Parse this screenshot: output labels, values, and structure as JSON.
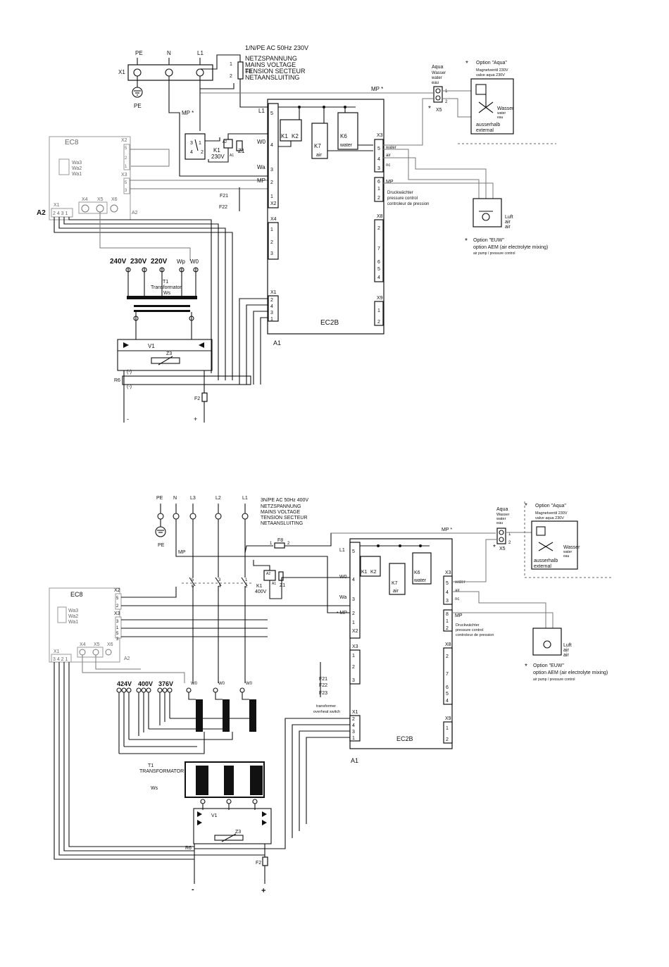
{
  "diagram1": {
    "supply": "1/N/PE AC 50Hz 230V",
    "supply_lines": [
      "NETZSPANNUNG",
      "MAINS VOLTAGE",
      "TENSION SECTEUR",
      "NETAANSLUITING"
    ],
    "terminals": {
      "pe": "PE",
      "n": "N",
      "l1": "L1",
      "x1": "X1",
      "pe_ground": "PE"
    },
    "fuse_f8": "F8",
    "fuse_pins": [
      "1",
      "2"
    ],
    "mp_star": "MP *",
    "ec8": {
      "title": "EC8",
      "wa": [
        "Wa3",
        "Wa2",
        "Wa1"
      ],
      "x2": "X2",
      "x3": "X3",
      "x1": "X1",
      "x4": "X4",
      "x5": "X5",
      "x6": "X6",
      "a2": "A2",
      "x1pins": "2 4 3 1",
      "x2pins": [
        "5",
        "2",
        "1"
      ],
      "x3pins": [
        "5",
        "3"
      ]
    },
    "a2_label": "A2",
    "relay": {
      "k1": "K1",
      "k1v": "230V",
      "z1": "Z1",
      "a2": "A2",
      "a1": "A1",
      "pins": [
        "3",
        "1",
        "4",
        "2"
      ]
    },
    "ec2b": {
      "title": "EC2B",
      "a1": "A1",
      "l1": "L1",
      "w0": "W0",
      "wa": "Wa",
      "mp": "MP",
      "left_pins": [
        "5",
        "4",
        "3",
        "2",
        "1"
      ],
      "x2": "X2",
      "x4": "X4",
      "x4pins": [
        "1",
        "2",
        "3"
      ],
      "x1": "X1",
      "x1pins": [
        "2",
        "4",
        "3",
        "1"
      ],
      "x3": "X3",
      "x3pins": [
        "5",
        "4",
        "3"
      ],
      "x3labels": [
        "water",
        "air",
        "nc"
      ],
      "mp_right": "MP",
      "mp_pins": [
        "6",
        "1",
        "2"
      ],
      "x8": "X8",
      "x8pins": [
        "2",
        "7",
        "6",
        "5",
        "4"
      ],
      "x9": "X9",
      "x9pins": [
        "1",
        "2"
      ],
      "k1": "K1",
      "k2": "K2",
      "k7": "K7",
      "k7s": "air",
      "k6": "K6",
      "k6s": "water"
    },
    "fuses": [
      "F21",
      "F22"
    ],
    "pressure": [
      "Druckwächter",
      "pressure control",
      "controleur de pression"
    ],
    "aqua": {
      "title": "Aqua",
      "sub": [
        "Wasser",
        "water",
        "eau"
      ],
      "x5": "X5",
      "pins": [
        "1",
        "2"
      ],
      "option": "Option \"Aqua\"",
      "option_sub": [
        "Magnetventil 230V",
        "valve aqua 230V"
      ],
      "valve": [
        "Wasser",
        "water",
        "eau"
      ],
      "outside": [
        "ausserhalb",
        "external"
      ]
    },
    "euw": {
      "luft": [
        "Luft",
        "air",
        "air"
      ],
      "option": "Option \"EUW\"",
      "option_sub": "option AEM (air electrolyte mixing)",
      "small": "air pump / pressure control"
    },
    "transformer": {
      "v240": "240V",
      "v230": "230V",
      "v220": "220V",
      "wp": "Wp",
      "w0": "W0",
      "t1": "T1",
      "name": "Transformator",
      "ws": "Ws"
    },
    "rectifier": {
      "v1": "V1",
      "z3": "Z3",
      "r6": "R6",
      "minus1": "(-)",
      "minus2": "(-)",
      "f2": "F2",
      "neg": "-",
      "pos": "+"
    }
  },
  "diagram2": {
    "supply": "3N/PE AC 50Hz 400V",
    "supply_lines": [
      "NETZSPANNUNG",
      "MAINS VOLTAGE",
      "TENSION SECTEUR",
      "NETAANSLUITING"
    ],
    "terminals": [
      "PE",
      "N",
      "L3",
      "L2",
      "L1"
    ],
    "pe_ground": "PE",
    "mp": "MP",
    "fuse_f8": "F8",
    "fuse_pins": [
      "1",
      "2"
    ],
    "mp_star": "MP *",
    "contact_pins": [
      "5",
      "6",
      "3",
      "4",
      "1",
      "2"
    ],
    "ec8": {
      "title": "EC8",
      "wa": [
        "Wa3",
        "Wa2",
        "Wa1"
      ],
      "x2": "X2",
      "x3": "X3",
      "x1": "X1",
      "x4": "X4",
      "x5": "X5",
      "x6": "X6",
      "a2": "A2",
      "x1pins": "3 4 2 1",
      "x2pins": [
        "5",
        "2"
      ],
      "x3pins": [
        "3",
        "1",
        "5",
        "3"
      ]
    },
    "relay": {
      "k1": "K1",
      "k1v": "400V",
      "z1": "Z1",
      "a2": "A2",
      "a1": "A1"
    },
    "ec2b": {
      "title": "EC2B",
      "a1": "A1",
      "l1": "L1",
      "w0": "W0",
      "wa": "Wa",
      "mp": "• MP",
      "left_pins": [
        "5",
        "4",
        "3",
        "2",
        "1"
      ],
      "x2": "X2",
      "x3l": "X3",
      "x3lpins": [
        "1",
        "2",
        "3"
      ],
      "x1": "X1",
      "x1pins": [
        "2",
        "4",
        "3",
        "1"
      ],
      "x3": "X3",
      "x3pins": [
        "5",
        "4",
        "3"
      ],
      "x3labels": [
        "water",
        "air",
        "nc"
      ],
      "mp_right": "MP",
      "mp_pins": [
        "8",
        "1",
        "2"
      ],
      "x8": "X8",
      "x8pins": [
        "2",
        "7",
        "6",
        "5",
        "4"
      ],
      "x9": "X9",
      "x9pins": [
        "1",
        "2"
      ],
      "k1": "K1",
      "k2": "K2",
      "k7": "K7",
      "k7s": "air",
      "k6": "K6",
      "k6s": "water"
    },
    "fuses": [
      "F21",
      "F22",
      "F23"
    ],
    "overheat": [
      "transformer",
      "overheat switch"
    ],
    "pressure": [
      "Druckwächter",
      "pressure control",
      "controleur de pression"
    ],
    "aqua": {
      "title": "Aqua",
      "sub": [
        "Wasser",
        "water",
        "eau"
      ],
      "x5": "X5",
      "pins": [
        "1",
        "2"
      ],
      "option": "Option \"Aqua\"",
      "option_sub": [
        "Magnetventil 230V",
        "valve aqua 230V"
      ],
      "valve": [
        "Wasser",
        "water",
        "eau"
      ],
      "outside": [
        "ausserhalb",
        "external"
      ]
    },
    "euw": {
      "luft": [
        "Luft",
        "air",
        "air"
      ],
      "option": "Option \"EUW\"",
      "option_sub": "option AEM (air electrolyte mixing)",
      "small": "air pump / pressure control"
    },
    "transformer": {
      "v424": "424V",
      "v400": "400V",
      "v376": "376V",
      "w0": [
        "W0",
        "W0",
        "W0"
      ],
      "t1": "T1",
      "name": "TRANSFORMATOR",
      "ws": "Ws"
    },
    "rectifier": {
      "v1": "V1",
      "z3": "Z3",
      "r6": "R6",
      "f2": "F2",
      "neg": "-",
      "pos": "+"
    }
  },
  "star": "*"
}
